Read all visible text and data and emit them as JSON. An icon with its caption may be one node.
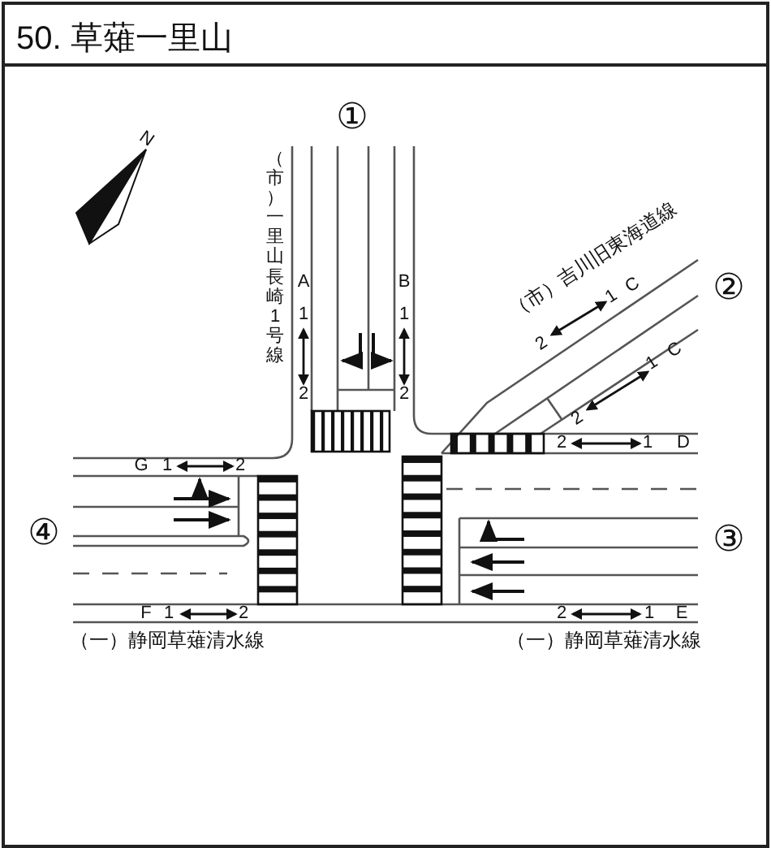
{
  "diagram": {
    "title": "50. 草薙一里山",
    "labels": [
      "①",
      "N",
      "（市）一里山長崎1号線",
      "A",
      "1",
      "2",
      "B",
      "1",
      "2",
      "（市）吉川旧東海道線",
      "1",
      "C",
      "2",
      "②",
      "1",
      "C",
      "2",
      "2",
      "1",
      "D",
      "G",
      "1",
      "2",
      "④",
      "③",
      "F",
      "1",
      "2",
      "2",
      "1",
      "E",
      "（一）静岡草薙清水線",
      "（一）静岡草薙清水線"
    ]
  }
}
